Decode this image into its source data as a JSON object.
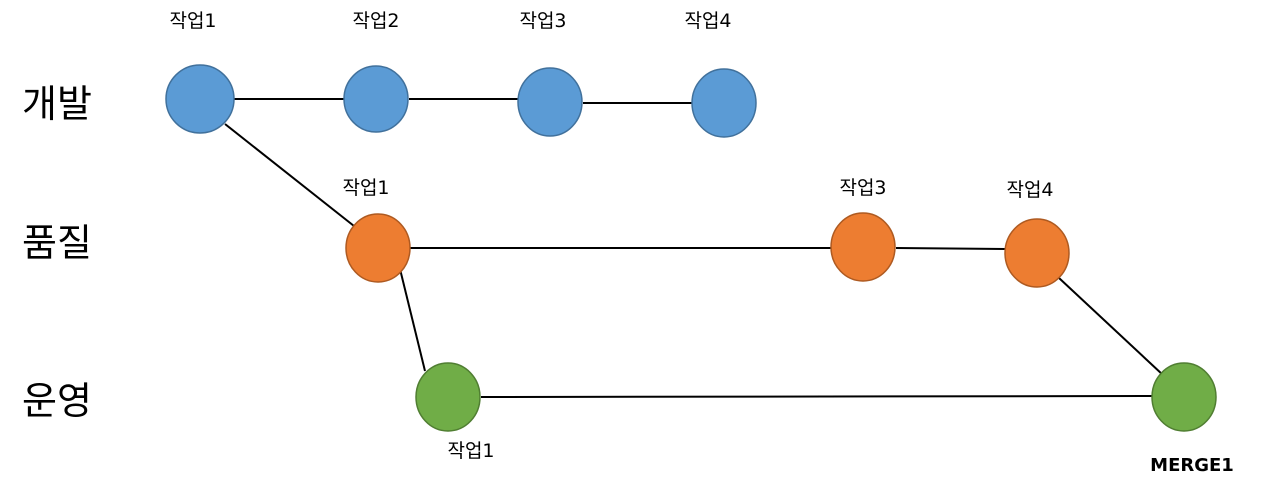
{
  "lanes": {
    "dev": {
      "label": "개발"
    },
    "qa": {
      "label": "품질"
    },
    "ops": {
      "label": "운영"
    }
  },
  "colors": {
    "dev_fill": "#5b9bd5",
    "dev_stroke": "#41719c",
    "qa_fill": "#ed7d31",
    "qa_stroke": "#ae5a21",
    "ops_fill": "#70ad47",
    "ops_stroke": "#507e32"
  },
  "nodes": {
    "dev1": {
      "label": "작업1",
      "lane": "dev"
    },
    "dev2": {
      "label": "작업2",
      "lane": "dev"
    },
    "dev3": {
      "label": "작업3",
      "lane": "dev"
    },
    "dev4": {
      "label": "작업4",
      "lane": "dev"
    },
    "qa1": {
      "label": "작업1",
      "lane": "qa"
    },
    "qa3": {
      "label": "작업3",
      "lane": "qa"
    },
    "qa4": {
      "label": "작업4",
      "lane": "qa"
    },
    "ops1": {
      "label": "작업1",
      "lane": "ops"
    },
    "merge1": {
      "label": "MERGE1",
      "lane": "ops"
    }
  },
  "edges": [
    [
      "dev1",
      "dev2"
    ],
    [
      "dev2",
      "dev3"
    ],
    [
      "dev3",
      "dev4"
    ],
    [
      "dev1",
      "qa1"
    ],
    [
      "qa1",
      "qa3"
    ],
    [
      "qa3",
      "qa4"
    ],
    [
      "qa1",
      "ops1"
    ],
    [
      "ops1",
      "merge1"
    ],
    [
      "qa4",
      "merge1"
    ]
  ]
}
